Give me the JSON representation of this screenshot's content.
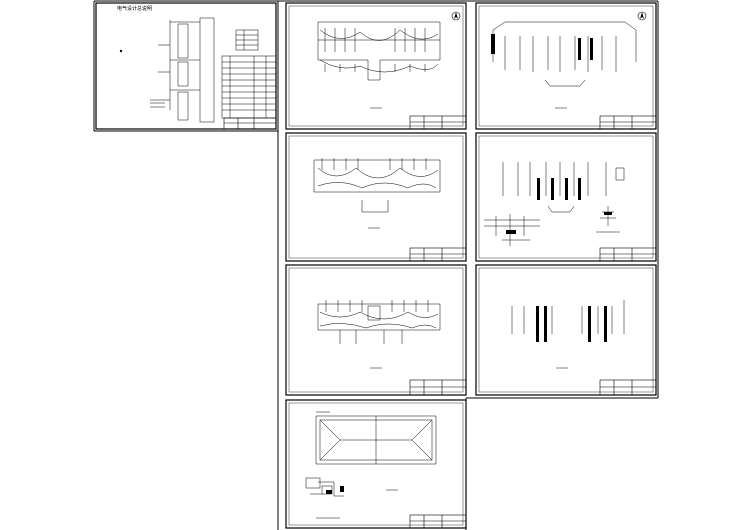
{
  "drawing_set": {
    "sheet_count": 8,
    "cover_sheet_title": "电气设计总说明",
    "line_color": "#000000",
    "background_color": "#ffffff",
    "sheets": [
      {
        "id": "sheet-1",
        "kind": "system-diagram-and-notes"
      },
      {
        "id": "sheet-2",
        "kind": "floor-lighting-plan"
      },
      {
        "id": "sheet-3",
        "kind": "riser-diagram"
      },
      {
        "id": "sheet-4",
        "kind": "floor-lighting-plan"
      },
      {
        "id": "sheet-5",
        "kind": "riser-diagram-with-details"
      },
      {
        "id": "sheet-6",
        "kind": "floor-lighting-plan"
      },
      {
        "id": "sheet-7",
        "kind": "riser-diagram"
      },
      {
        "id": "sheet-8",
        "kind": "roof-plan"
      }
    ]
  }
}
